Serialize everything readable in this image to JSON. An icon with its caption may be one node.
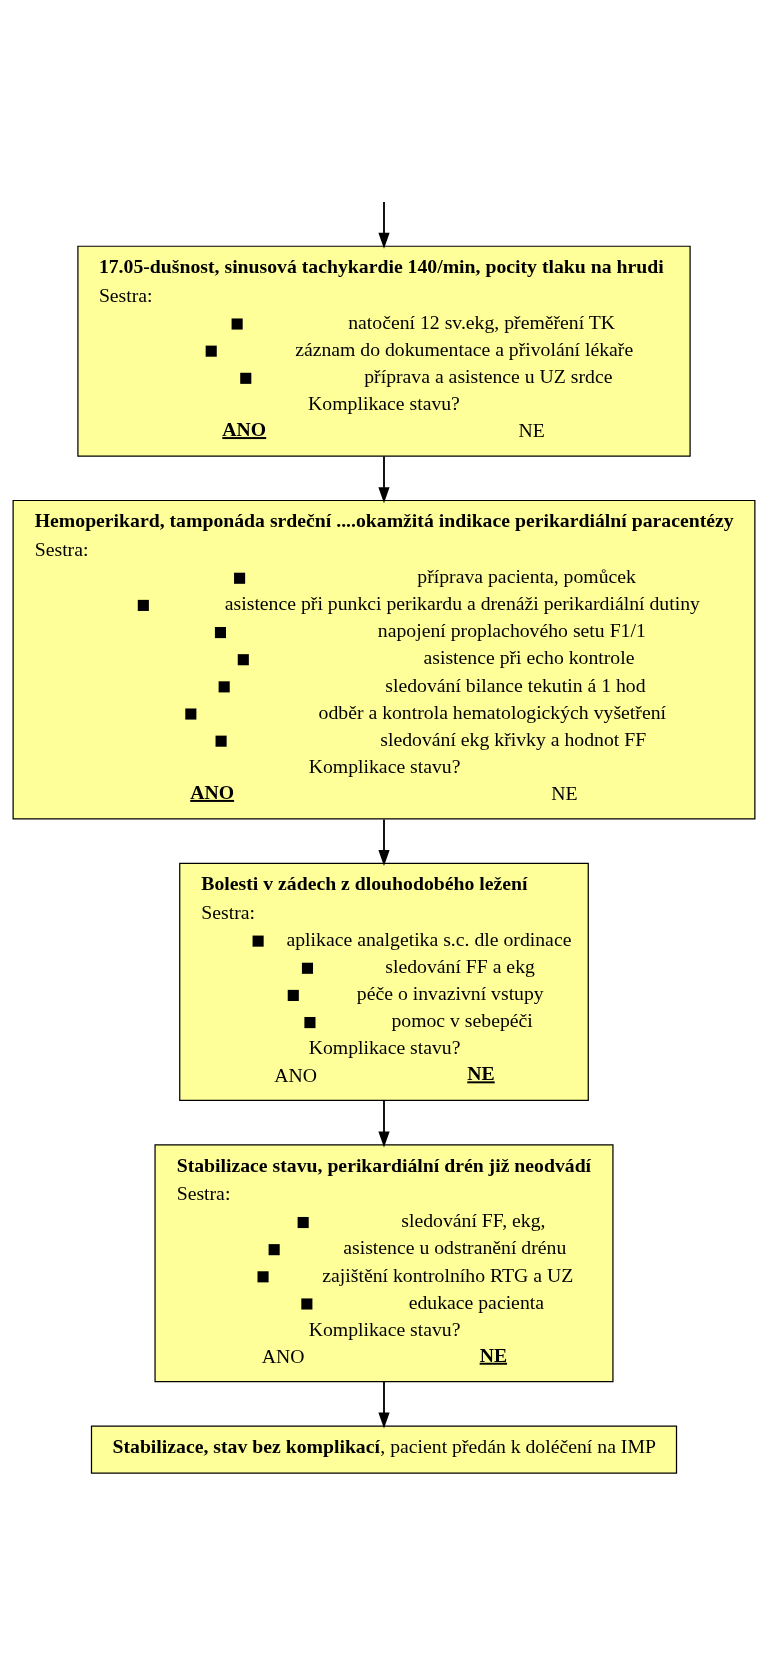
{
  "diagram": {
    "nodes": [
      {
        "text": [
          "17.05-dušnost, sinusová tachykardie 140/min, pocity tlaku na hrudi",
          "Sestra:",
          "natočení 12 sv.ekg, přeměření TK",
          "záznam do dokumentace a přivolání lékaře",
          "příprava a asistence u UZ srdce",
          "Komplikace stavu?",
          "**ANO**",
          "NE"
        ]
      },
      {
        "text": [
          "Hemoperikard, tamponáda srdeční ....okamžitá indikace perikardiální paracentézy",
          "Sestra:",
          "příprava pacienta, pomůcek",
          "asistence při punkci perikardu a drenáži perikardiální dutiny",
          "napojení proplachového setu F1/1",
          "asistence při echo kontrole",
          "sledování bilance tekutin á 1 hod",
          "odběr a kontrola hematologických vyšetření",
          "sledování ekg křivky a hodnot FF",
          "Komplikace stavu?",
          "**ANO**",
          "NE"
        ]
      },
      {
        "text": [
          "Bolesti v zádech z dlouhodobého ležení",
          "Sestra:",
          "aplikace analgetika s.c. dle ordinace",
          "sledování FF a ekg",
          "péče o invazivní vstupy",
          "pomoc v sebepéči",
          "Komplikace stavu?",
          "ANO",
          "**NE**"
        ]
      },
      {
        "text": [
          "Stabilizace stavu, perikardiální drén již neodvádí",
          "Sestra:",
          "sledování FF, ekg,",
          "asistence u odstranění drénu",
          "zajištění kontrolního RTG a UZ",
          "edukace pacienta",
          "Komplikace stavu?",
          "ANO",
          "**NE**"
        ]
      },
      {
        "text": [
          "**Stabilizace, stav bez komplikací**, pacient předán k doléčení na IMP"
        ]
      }
    ],
    "edges": [
      {
        "from": null,
        "to": 0,
        "arrow": "to"
      },
      {
        "from": 0,
        "to": 1,
        "arrow": "to"
      },
      {
        "from": 1,
        "to": 2,
        "arrow": "to"
      },
      {
        "from": 2,
        "to": 3,
        "arrow": "to"
      },
      {
        "from": 3,
        "to": 4,
        "arrow": "to"
      }
    ]
  }
}
